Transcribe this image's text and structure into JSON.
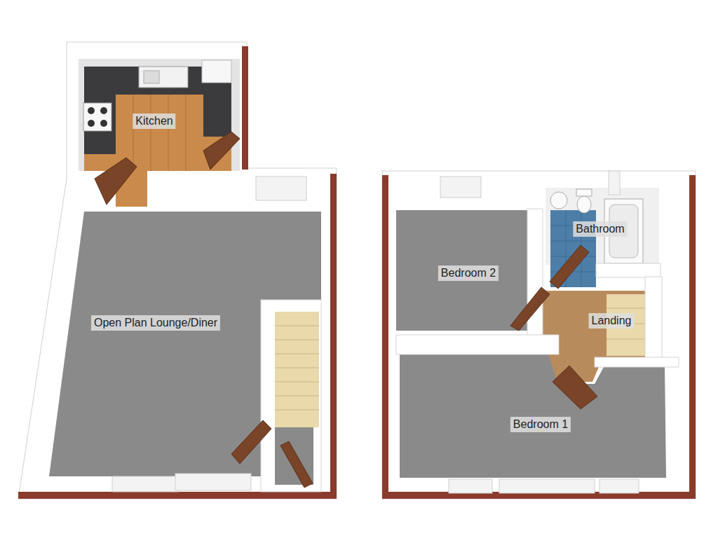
{
  "diagram": {
    "nodes": [
      {
        "text": [
          "Kitchen"
        ]
      },
      {
        "text": [
          "Open Plan Lounge/Diner"
        ]
      },
      {
        "text": [
          "Bedroom 2"
        ]
      },
      {
        "text": [
          "Bathroom"
        ]
      },
      {
        "text": [
          "Landing"
        ]
      },
      {
        "text": [
          "Bedroom 1"
        ]
      }
    ]
  }
}
